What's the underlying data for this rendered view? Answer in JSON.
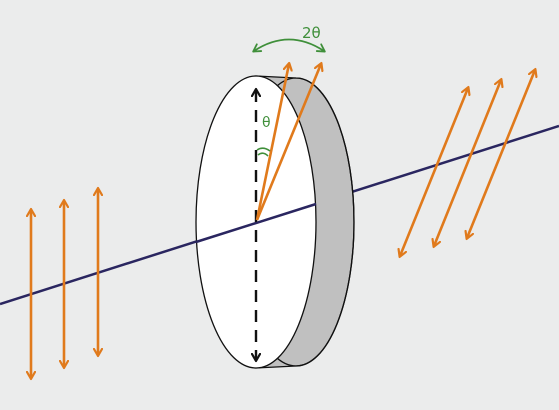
{
  "labels": {
    "two_theta": "2θ",
    "theta": "θ"
  },
  "colors": {
    "background": "#ebecec",
    "beam": "#2a2660",
    "polarization": "#e07a1c",
    "angle": "#3f8f3a",
    "plate_face": "#ffffff",
    "plate_edge": "#c0c0c0",
    "outline": "#111111"
  },
  "icons": {
    "input_polarization": "vertical-double-arrow",
    "output_polarization": "tilted-double-arrow",
    "rotation_indicator": "curved-double-arrow"
  }
}
